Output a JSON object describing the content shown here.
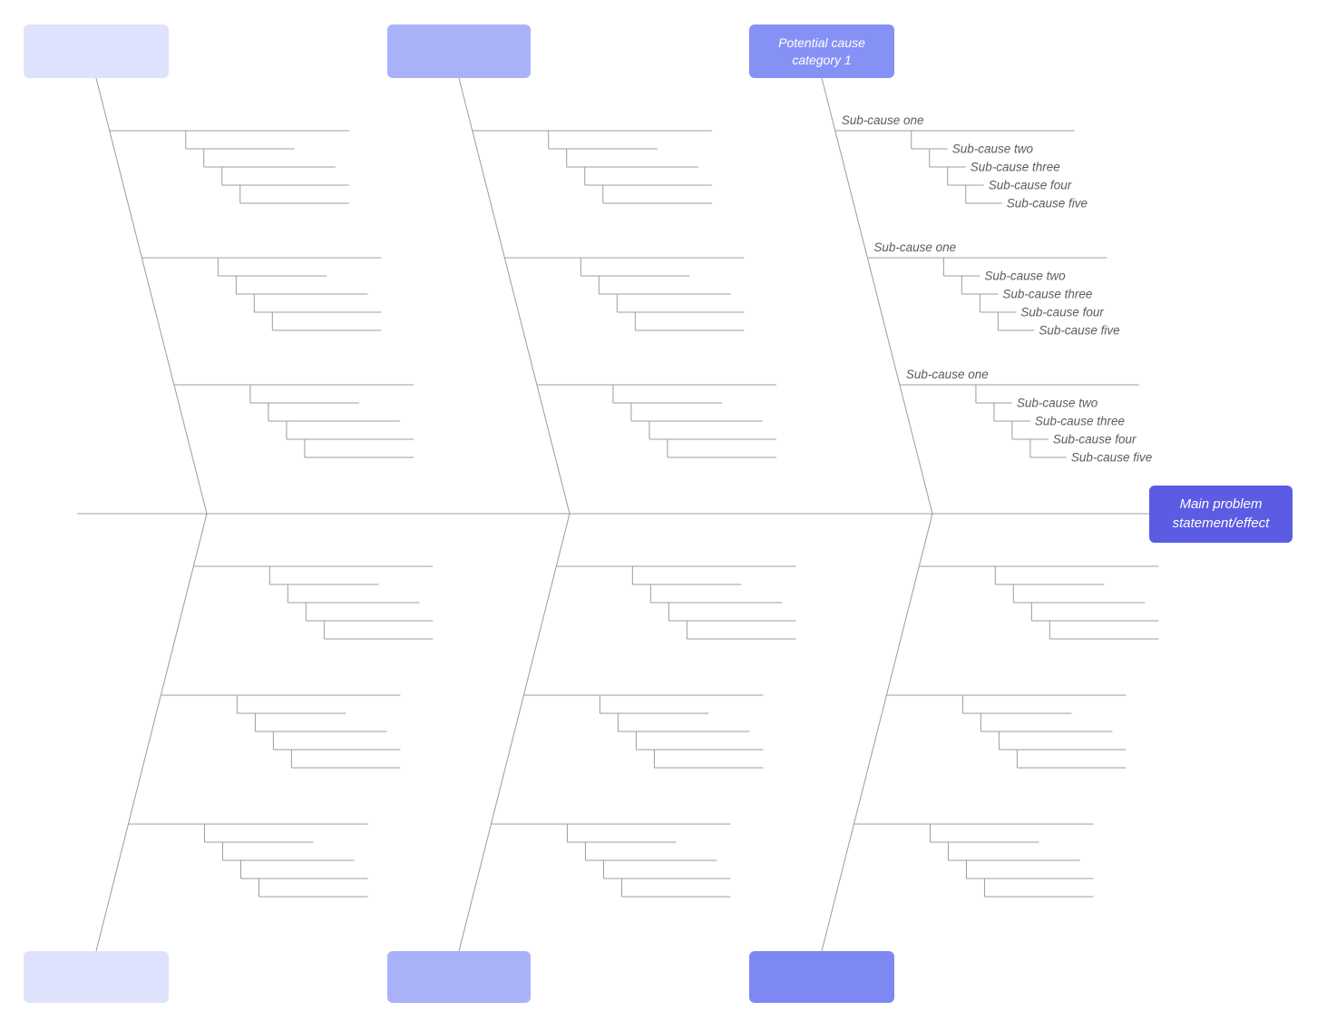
{
  "diagram": {
    "type": "fishbone",
    "line_color": "#9c9c9c",
    "label_color": "#5c5c5c",
    "main_problem": {
      "label": "Main problem statement/effect",
      "bg": "#5b5ce3",
      "text_color": "#ffffff"
    },
    "categories": [
      {
        "position": "top",
        "label": "",
        "bg": "#dfe2fc",
        "text_color": "#ffffff",
        "ribs": [
          {
            "label": "",
            "children": [
              "",
              "",
              "",
              ""
            ]
          },
          {
            "label": "",
            "children": [
              "",
              "",
              "",
              ""
            ]
          },
          {
            "label": "",
            "children": [
              "",
              "",
              "",
              ""
            ]
          }
        ]
      },
      {
        "position": "top",
        "label": "",
        "bg": "#a9b2f8",
        "text_color": "#ffffff",
        "ribs": [
          {
            "label": "",
            "children": [
              "",
              "",
              "",
              ""
            ]
          },
          {
            "label": "",
            "children": [
              "",
              "",
              "",
              ""
            ]
          },
          {
            "label": "",
            "children": [
              "",
              "",
              "",
              ""
            ]
          }
        ]
      },
      {
        "position": "top",
        "label": "Potential cause category 1",
        "bg": "#8691f6",
        "text_color": "#ffffff",
        "ribs": [
          {
            "label": "Sub-cause one",
            "children": [
              "Sub-cause two",
              "Sub-cause three",
              "Sub-cause four",
              "Sub-cause five"
            ]
          },
          {
            "label": "Sub-cause one",
            "children": [
              "Sub-cause two",
              "Sub-cause three",
              "Sub-cause four",
              "Sub-cause five"
            ]
          },
          {
            "label": "Sub-cause one",
            "children": [
              "Sub-cause two",
              "Sub-cause three",
              "Sub-cause four",
              "Sub-cause five"
            ]
          }
        ]
      },
      {
        "position": "bottom",
        "label": "",
        "bg": "#dfe2fc",
        "text_color": "#ffffff",
        "ribs": [
          {
            "label": "",
            "children": [
              "",
              "",
              "",
              ""
            ]
          },
          {
            "label": "",
            "children": [
              "",
              "",
              "",
              ""
            ]
          },
          {
            "label": "",
            "children": [
              "",
              "",
              "",
              ""
            ]
          }
        ]
      },
      {
        "position": "bottom",
        "label": "",
        "bg": "#a9b2f8",
        "text_color": "#ffffff",
        "ribs": [
          {
            "label": "",
            "children": [
              "",
              "",
              "",
              ""
            ]
          },
          {
            "label": "",
            "children": [
              "",
              "",
              "",
              ""
            ]
          },
          {
            "label": "",
            "children": [
              "",
              "",
              "",
              ""
            ]
          }
        ]
      },
      {
        "position": "bottom",
        "label": "",
        "bg": "#7e88f3",
        "text_color": "#ffffff",
        "ribs": [
          {
            "label": "",
            "children": [
              "",
              "",
              "",
              ""
            ]
          },
          {
            "label": "",
            "children": [
              "",
              "",
              "",
              ""
            ]
          },
          {
            "label": "",
            "children": [
              "",
              "",
              "",
              ""
            ]
          }
        ]
      }
    ]
  }
}
